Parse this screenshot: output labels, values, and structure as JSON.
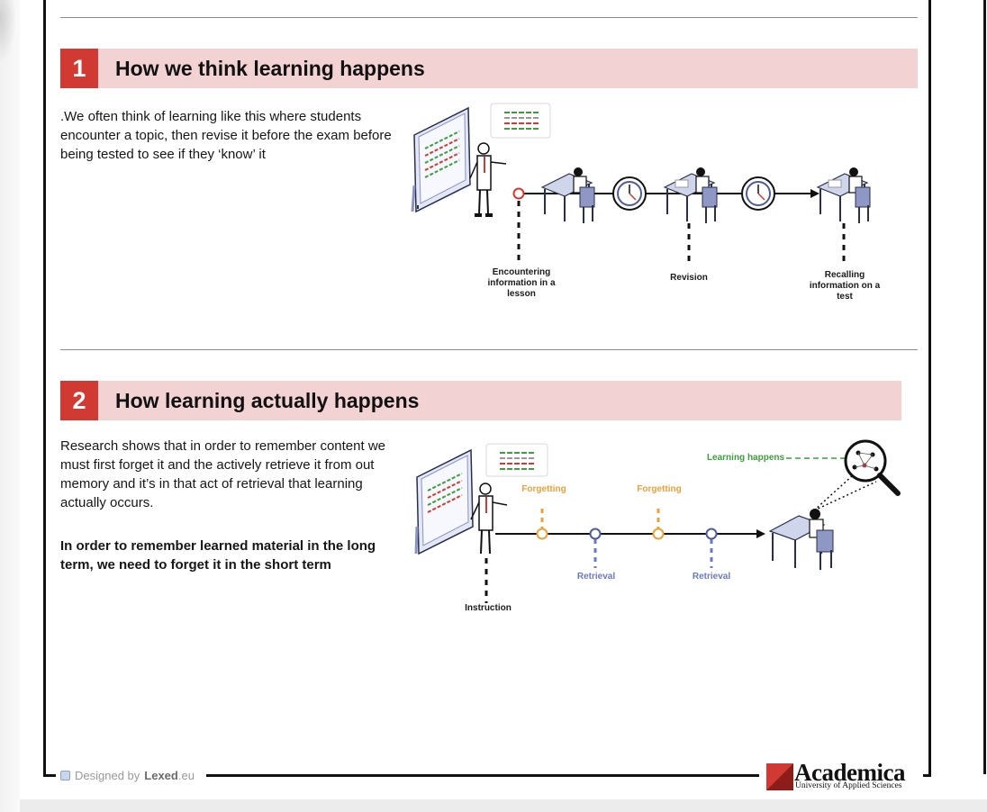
{
  "section1": {
    "number": "1",
    "title": "How we think learning happens",
    "body": ".We often think of learning like this where students encounter a topic, then revise it before the exam before being tested to see if they ‘know’ it",
    "labels": {
      "encountering": "Encountering information in a lesson",
      "revision": "Revision",
      "recalling": "Recalling information on a test"
    }
  },
  "section2": {
    "number": "2",
    "title": "How learning actually happens",
    "body": "Research shows  that in order to remember content we must first forget it and the actively retrieve it from out memory and it’s in that act of retrieval that learning actually occurs.",
    "bold_text": "In order to remember learned material in the long term, we need to forget it in the short term",
    "labels": {
      "learning_happens": "Learning happens",
      "forgetting_1": "Forgetting",
      "forgetting_2": "Forgetting",
      "retrieval_1": "Retrieval",
      "retrieval_2": "Retrieval",
      "instruction": "Instruction"
    }
  },
  "footer": {
    "designed_by": "Designed by",
    "brand": "Lexed",
    "brand_tld": ".eu",
    "logo_name": "Academica",
    "logo_subtitle": "University of Applied Sciences"
  },
  "icons": [
    "lexed-icon",
    "academica-logo-mark",
    "whiteboard-icon",
    "teacher-icon",
    "student-desk-icon",
    "clock-icon",
    "magnifier-icon",
    "document-card-icon"
  ],
  "colors": {
    "accent_red": "#d13a33",
    "header_pink": "#f2d2d2",
    "forgetting_orange": "#e9a23a",
    "retrieval_blue": "#6a78c9",
    "learning_green": "#3d9d3d"
  }
}
